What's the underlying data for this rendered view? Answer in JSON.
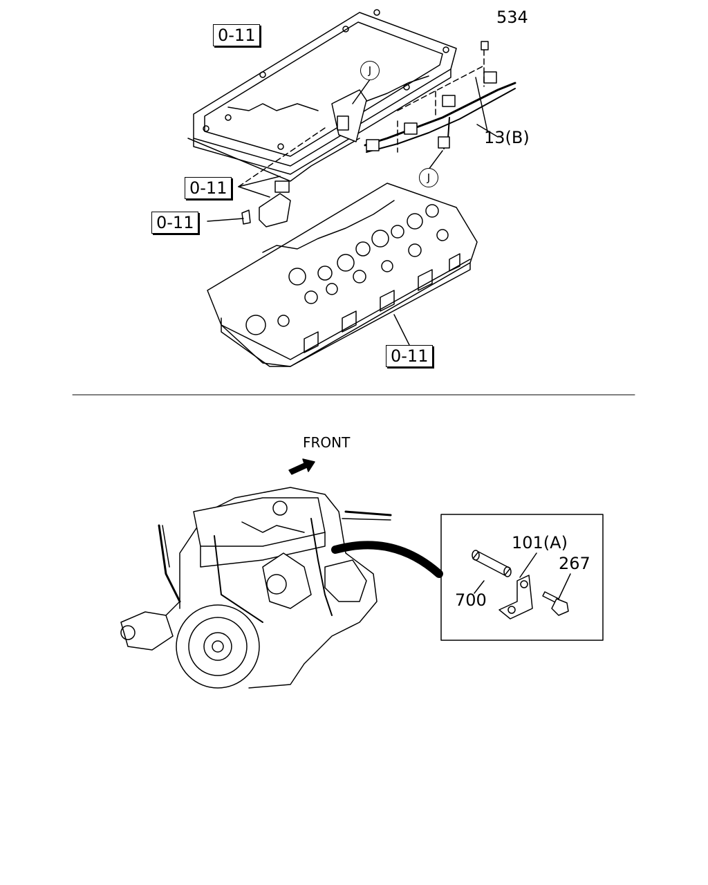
{
  "diagram": {
    "callouts": {
      "ref_cover_top": "0-11",
      "ref_bracket": "0-11",
      "ref_bolt": "0-11",
      "ref_head": "0-11",
      "part_534": "534",
      "part_13b": "13(B)",
      "mark_j_top": "J",
      "mark_j_bottom": "J"
    },
    "front_label": "FRONT",
    "detail": {
      "part_101a": "101(A)",
      "part_267": "267",
      "part_700": "700"
    }
  }
}
